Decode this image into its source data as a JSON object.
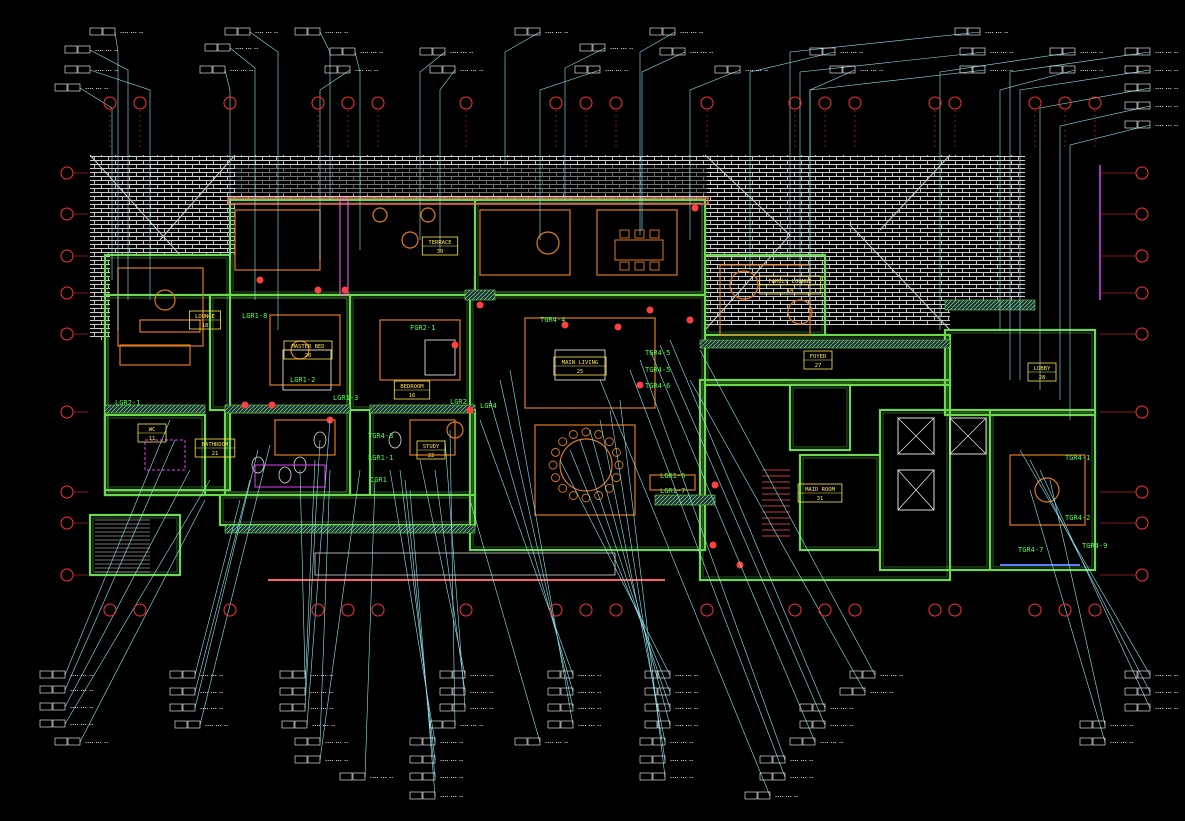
{
  "drawing": {
    "background": "#000000",
    "colors": {
      "wall": "#6cd94a",
      "wall_fill": "#b7c98f",
      "furniture": "#e07a1e",
      "callout": "#8fe8f2",
      "grid_bubble": "#ff3030",
      "brick": "#cfcfcf",
      "room_tag": "#ffe94a",
      "fixture": "#ff4040",
      "green_text": "#49ff49",
      "magenta": "#e040ff",
      "blue": "#5a7dff",
      "white": "#ffffff"
    }
  },
  "room_tags": [
    {
      "name": "TERRACE",
      "num": "30"
    },
    {
      "name": "LOUNGE",
      "num": "18"
    },
    {
      "name": "MASTER BED",
      "num": "20"
    },
    {
      "name": "BEDROOM",
      "num": "16"
    },
    {
      "name": "MAIN LIVING",
      "num": "25"
    },
    {
      "name": "FAMILY LOUNGE",
      "num": "14"
    },
    {
      "name": "FOYER",
      "num": "27"
    },
    {
      "name": "LOBBY",
      "num": "28"
    },
    {
      "name": "BATHROOM",
      "num": "21"
    },
    {
      "name": "STUDY",
      "num": "22"
    },
    {
      "name": "MAID ROOM",
      "num": "31"
    },
    {
      "name": "WC",
      "num": "11"
    }
  ],
  "light_labels": [
    "LGR1-8",
    "FGR2-1",
    "TGR4-4",
    "TGR4-5",
    "TGR4-5",
    "TGR4-6",
    "LGR1-2",
    "LGR1-3",
    "LGR2",
    "TGR4-3",
    "LGR1-1",
    "LGR4",
    "TGR4-1",
    "TGR4-2",
    "TGR4-7",
    "LGR1-6",
    "LGR1-7",
    "CGR1",
    "TGR4-9",
    "LGR2-1"
  ],
  "callout_text": "•••• ••• ••"
}
